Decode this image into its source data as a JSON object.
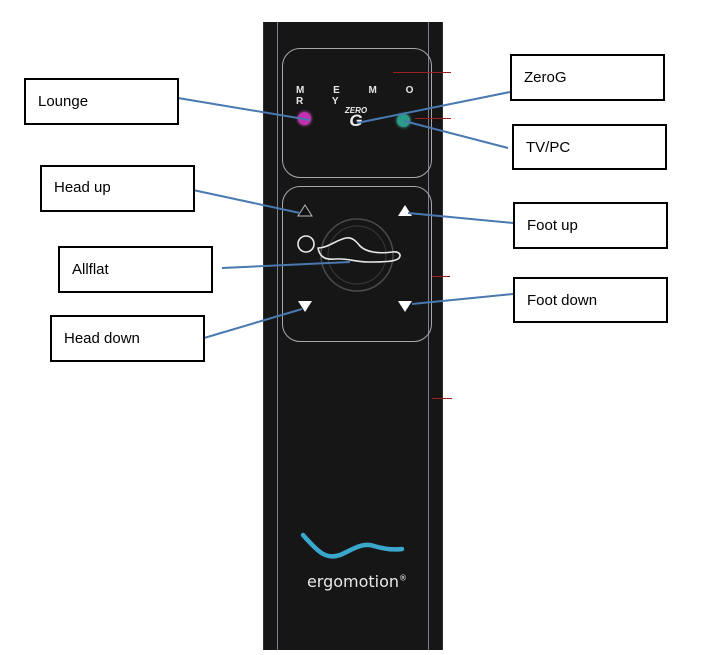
{
  "callouts": {
    "lounge": "Lounge",
    "zerog": "ZeroG",
    "tvpc": "TV/PC",
    "head_up": "Head up",
    "foot_up": "Foot up",
    "allflat": "Allflat",
    "foot_down": "Foot down",
    "head_down": "Head down"
  },
  "remote": {
    "memory_label": "M E M O R Y",
    "zero_logo_text": "ZERO",
    "zero_logo_g": "G",
    "brand_name": "ergomotion",
    "brand_mark": "®"
  },
  "colors": {
    "remote_body": "#161616",
    "lounge_led": "#c030b0",
    "tvpc_led": "#2a9a8a",
    "logo_swoosh": "#3aa8cc",
    "leader_line": "#4a78b0"
  }
}
